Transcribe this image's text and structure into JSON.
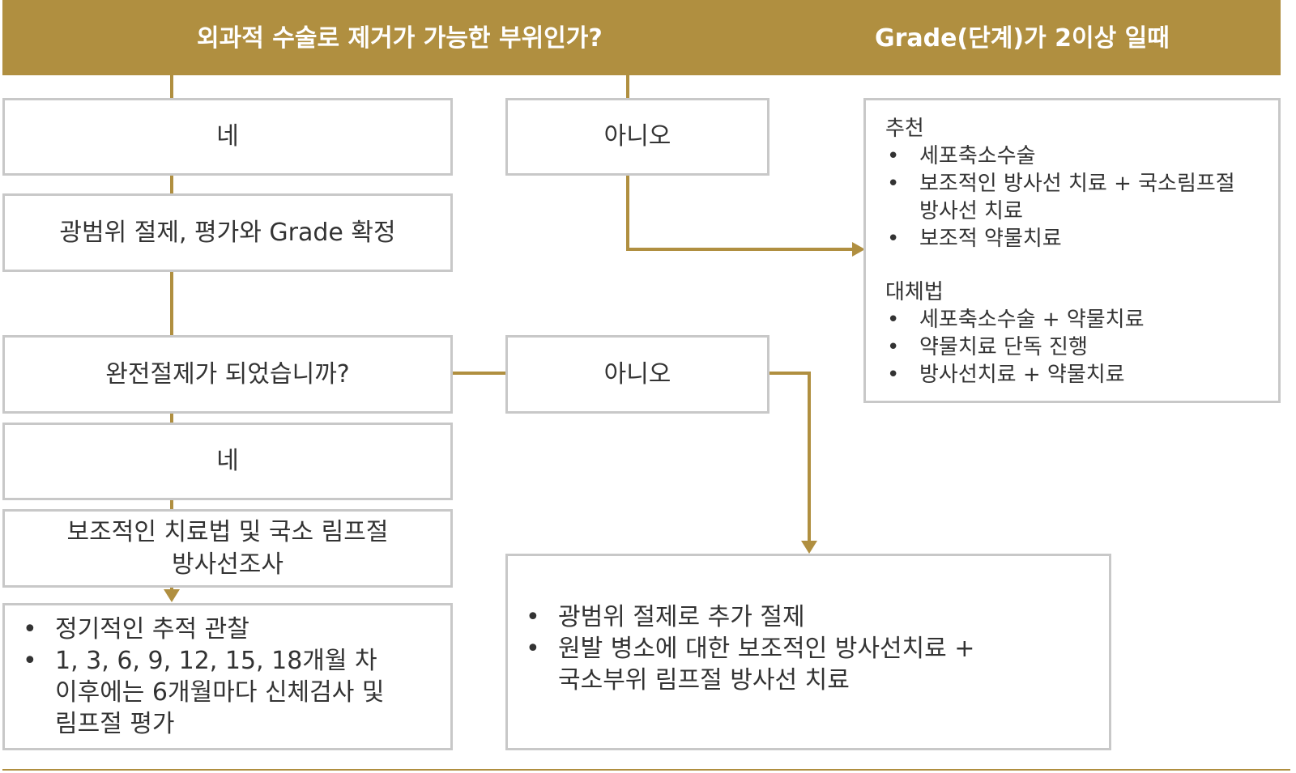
{
  "header": {
    "question": "외과적 수술로 제거가 가능한 부위인가?",
    "grade_condition": "Grade(단계)가 2이상 일때"
  },
  "left": {
    "yes1": "네",
    "excision": "광범위 절제, 평가와 Grade 확정",
    "complete_q": "완전절제가 되었습니까?",
    "yes2": "네",
    "adjuvant": [
      "보조적인 치료법 및 국소 림프절",
      "방사선조사"
    ],
    "followup": [
      [
        "정기적인 추적 관찰"
      ],
      [
        "1, 3, 6, 9, 12, 15, 18개월 차",
        "이후에는 6개월마다 신체검사 및",
        "림프절 평가"
      ]
    ]
  },
  "middle": {
    "no1": "아니오",
    "no2": "아니오"
  },
  "right": {
    "recommended_title": "추천",
    "recommended": [
      [
        "세포축소수술"
      ],
      [
        "보조적인 방사선 치료 + 국소림프절",
        "방사선 치료"
      ],
      [
        "보조적 약물치료"
      ]
    ],
    "alternative_title": "대체법",
    "alternative": [
      [
        "세포축소수술 + 약물치료"
      ],
      [
        "약물치료 단독 진행"
      ],
      [
        "방사선치료 + 약물치료"
      ]
    ]
  },
  "bottom_right": {
    "items": [
      [
        "광범위 절제로 추가 절제"
      ],
      [
        "원발 병소에 대한 보조적인 방사선치료 +",
        "국소부위 림프절 방사선 치료"
      ]
    ]
  },
  "bullet": "•",
  "colors": {
    "accent": "#b08f40",
    "border": "#c8c8c8",
    "text": "#333333"
  }
}
